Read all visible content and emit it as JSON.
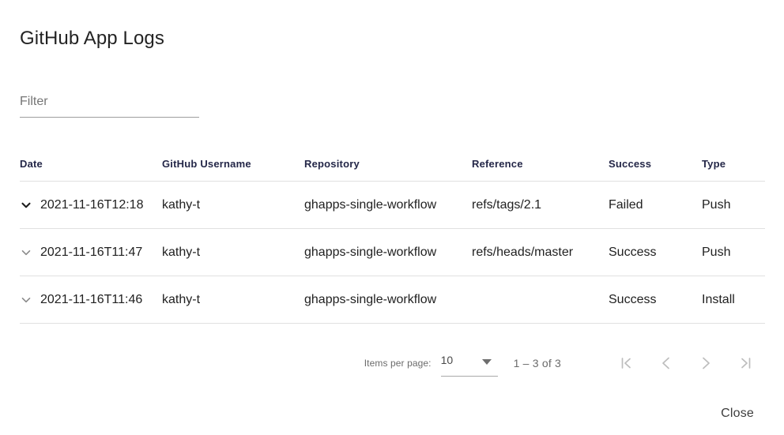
{
  "dialog": {
    "title": "GitHub App Logs",
    "close_label": "Close"
  },
  "filter": {
    "placeholder": "Filter",
    "value": ""
  },
  "table": {
    "columns": [
      {
        "key": "date",
        "label": "Date"
      },
      {
        "key": "user",
        "label": "GitHub Username"
      },
      {
        "key": "repo",
        "label": "Repository"
      },
      {
        "key": "ref",
        "label": "Reference"
      },
      {
        "key": "success",
        "label": "Success"
      },
      {
        "key": "type",
        "label": "Type"
      }
    ],
    "rows": [
      {
        "date": "2021-11-16T12:18",
        "user": "kathy-t",
        "repo": "ghapps-single-workflow",
        "ref": "refs/tags/2.1",
        "success": "Failed",
        "type": "Push",
        "expand_icon": "chevron-down-icon",
        "expanded": false
      },
      {
        "date": "2021-11-16T11:47",
        "user": "kathy-t",
        "repo": "ghapps-single-workflow",
        "ref": "refs/heads/master",
        "success": "Success",
        "type": "Push",
        "expand_icon": "chevron-down-icon",
        "expanded": false
      },
      {
        "date": "2021-11-16T11:46",
        "user": "kathy-t",
        "repo": "ghapps-single-workflow",
        "ref": "",
        "success": "Success",
        "type": "Install",
        "expand_icon": "chevron-down-icon",
        "expanded": false
      }
    ]
  },
  "paginator": {
    "items_per_page_label": "Items per page:",
    "items_per_page_value": "10",
    "range_label": "1 – 3 of 3",
    "buttons": [
      {
        "name": "first-page-button",
        "icon": "first-page-icon",
        "disabled": true
      },
      {
        "name": "previous-page-button",
        "icon": "chevron-left-icon",
        "disabled": true
      },
      {
        "name": "next-page-button",
        "icon": "chevron-right-icon",
        "disabled": true
      },
      {
        "name": "last-page-button",
        "icon": "last-page-icon",
        "disabled": true
      }
    ]
  },
  "colors": {
    "header_text": "#242748",
    "body_text": "#212121",
    "muted_text": "#757575",
    "divider": "#e0e0e0",
    "disabled_icon": "#bdbdbd"
  }
}
